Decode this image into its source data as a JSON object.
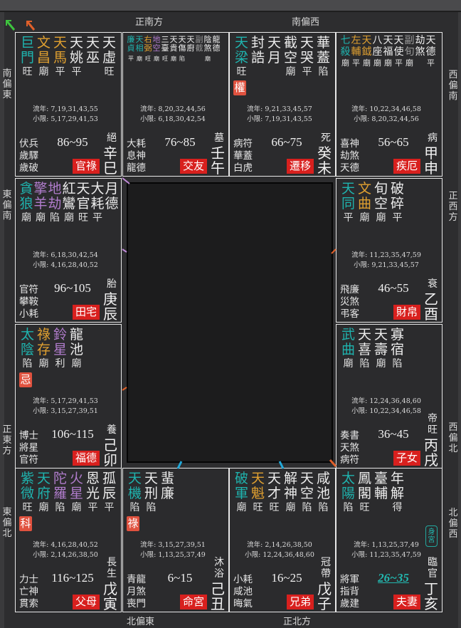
{
  "colors": {
    "c": "#1fb3ae",
    "o": "#e0a030",
    "p": "#b07ccc",
    "w": "#ececec",
    "g": "#9a9a9a",
    "palace_bg": "#d8201e",
    "hua_bg": "#e0523f"
  },
  "directions": {
    "top": [
      "正南方",
      "南偏西"
    ],
    "bottom": [
      "北偏東",
      "正北方"
    ],
    "left": [
      "南偏東",
      "東偏南",
      "正東方",
      "東偏北"
    ],
    "right": [
      "西偏南",
      "正西方",
      "西偏北",
      "北偏西"
    ]
  },
  "labels": {
    "liunian": "流年",
    "xiaoxian": "小限"
  },
  "cells": [
    {
      "branch": "巳",
      "stars": [
        [
          "巨門",
          "c",
          "旺"
        ],
        [
          "文昌",
          "o",
          "廟"
        ],
        [
          "天馬",
          "o",
          "平"
        ],
        [
          "天姚",
          "w",
          "平"
        ],
        [
          "天巫",
          "w",
          ""
        ],
        [
          "天虛",
          "w",
          "旺"
        ]
      ],
      "hua": "",
      "liunian": "7,19,31,43,55",
      "xiaoxian": "5,17,29,41,53",
      "gods": [
        "伏兵",
        "歲驛",
        "歲破"
      ],
      "range": "86~95",
      "stage": "絕",
      "ganzhi": "辛巳",
      "palace": "官祿"
    },
    {
      "branch": "午",
      "stars": [
        [
          "廉貞",
          "c",
          "平"
        ],
        [
          "天相",
          "c",
          "廟"
        ],
        [
          "右弼",
          "o",
          "旺"
        ],
        [
          "地空",
          "p",
          "廟"
        ],
        [
          "三臺",
          "w",
          "旺"
        ],
        [
          "天貴",
          "w",
          "廟"
        ],
        [
          "天傷",
          "w",
          "陷"
        ],
        [
          "天廚",
          "w",
          ""
        ],
        [
          "副截",
          "g",
          ""
        ],
        [
          "陰煞",
          "w",
          "廟"
        ],
        [
          "龍德",
          "w",
          ""
        ]
      ],
      "hua": "",
      "liunian": "8,20,32,44,56",
      "xiaoxian": "6,18,30,42,54",
      "gods": [
        "大耗",
        "息神",
        "龍德"
      ],
      "range": "76~85",
      "stage": "墓",
      "ganzhi": "壬午",
      "palace": "交友"
    },
    {
      "branch": "未",
      "stars": [
        [
          "天梁",
          "c",
          "旺"
        ],
        [
          "封誥",
          "w",
          ""
        ],
        [
          "天月",
          "w",
          ""
        ],
        [
          "截空",
          "w",
          "廟"
        ],
        [
          "天哭",
          "w",
          "平"
        ],
        [
          "華蓋",
          "w",
          "陷"
        ]
      ],
      "hua": "權",
      "liunian": "9,21,33,45,57",
      "xiaoxian": "7,19,31,43,55",
      "gods": [
        "病符",
        "華蓋",
        "白虎"
      ],
      "range": "66~75",
      "stage": "死",
      "ganzhi": "癸未",
      "palace": "遷移"
    },
    {
      "branch": "申",
      "stars": [
        [
          "七殺",
          "c",
          "廟"
        ],
        [
          "左輔",
          "o",
          "平"
        ],
        [
          "天鉞",
          "o",
          "廟"
        ],
        [
          "八座",
          "w",
          "廟"
        ],
        [
          "天福",
          "w",
          "廟"
        ],
        [
          "天使",
          "w",
          "平"
        ],
        [
          "副旬",
          "g",
          "廟"
        ],
        [
          "劫煞",
          "w",
          ""
        ],
        [
          "天德",
          "w",
          "平"
        ]
      ],
      "hua": "",
      "liunian": "10,22,34,46,58",
      "xiaoxian": "8,20,32,44,56",
      "gods": [
        "喜神",
        "劫煞",
        "天德"
      ],
      "range": "56~65",
      "stage": "病",
      "ganzhi": "甲申",
      "palace": "疾厄"
    },
    {
      "branch": "辰",
      "stars": [
        [
          "貪狼",
          "c",
          "廟"
        ],
        [
          "擎羊",
          "p",
          "廟"
        ],
        [
          "地劫",
          "p",
          "陷"
        ],
        [
          "紅鸞",
          "w",
          "廟"
        ],
        [
          "天官",
          "w",
          "旺"
        ],
        [
          "大耗",
          "w",
          "平"
        ],
        [
          "月德",
          "w",
          ""
        ]
      ],
      "hua": "",
      "liunian": "6,18,30,42,54",
      "xiaoxian": "4,16,28,40,52",
      "gods": [
        "官符",
        "攀鞍",
        "小耗"
      ],
      "range": "96~105",
      "stage": "胎",
      "ganzhi": "庚辰",
      "palace": "田宅"
    },
    {
      "branch": "酉",
      "stars": [
        [
          "天同",
          "c",
          "平"
        ],
        [
          "文曲",
          "o",
          "廟"
        ],
        [
          "旬空",
          "w",
          "廟"
        ],
        [
          "破碎",
          "w",
          "平"
        ]
      ],
      "hua": "",
      "liunian": "11,23,35,47,59",
      "xiaoxian": "9,21,33,45,57",
      "gods": [
        "飛廉",
        "災煞",
        "弔客"
      ],
      "range": "46~55",
      "stage": "衰",
      "ganzhi": "乙酉",
      "palace": "財帛"
    },
    {
      "branch": "卯",
      "stars": [
        [
          "太陰",
          "c",
          "陷"
        ],
        [
          "祿存",
          "o",
          "廟"
        ],
        [
          "鈴星",
          "p",
          "利"
        ],
        [
          "龍池",
          "w",
          "廟"
        ]
      ],
      "hua": "忌",
      "liunian": "5,17,29,41,53",
      "xiaoxian": "3,15,27,39,51",
      "gods": [
        "博士",
        "將星",
        "官符"
      ],
      "range": "106~115",
      "stage": "養",
      "ganzhi": "己卯",
      "palace": "福德"
    },
    {
      "branch": "戌",
      "stars": [
        [
          "武曲",
          "c",
          "廟"
        ],
        [
          "天喜",
          "w",
          "陷"
        ],
        [
          "天壽",
          "w",
          "廟"
        ],
        [
          "寡宿",
          "w",
          "陷"
        ]
      ],
      "hua": "",
      "liunian": "12,24,36,48,60",
      "xiaoxian": "10,22,34,46,58",
      "gods": [
        "奏書",
        "天煞",
        "病符"
      ],
      "range": "36~45",
      "stage": "帝旺",
      "ganzhi": "丙戌",
      "palace": "子女"
    },
    {
      "branch": "寅",
      "stars": [
        [
          "紫微",
          "c",
          "旺"
        ],
        [
          "天府",
          "c",
          "廟"
        ],
        [
          "陀羅",
          "p",
          "陷"
        ],
        [
          "火星",
          "p",
          "廟"
        ],
        [
          "恩光",
          "w",
          "平"
        ],
        [
          "孤辰",
          "w",
          "平"
        ]
      ],
      "hua": "科",
      "liunian": "4,16,28,40,52",
      "xiaoxian": "2,14,26,38,50",
      "gods": [
        "力士",
        "亡神",
        "貫索"
      ],
      "range": "116~125",
      "stage": "長生",
      "ganzhi": "戊寅",
      "palace": "父母"
    },
    {
      "branch": "丑",
      "stars": [
        [
          "天機",
          "c",
          "陷"
        ],
        [
          "天刑",
          "w",
          "陷"
        ],
        [
          "蜚廉",
          "w",
          ""
        ]
      ],
      "hua": "祿",
      "liunian": "3,15,27,39,51",
      "xiaoxian": "1,13,25,37,49",
      "gods": [
        "青龍",
        "月煞",
        "喪門"
      ],
      "range": "6~15",
      "stage": "沐浴",
      "ganzhi": "己丑",
      "palace": "命宮"
    },
    {
      "branch": "子",
      "stars": [
        [
          "破軍",
          "c",
          "廟"
        ],
        [
          "天魁",
          "o",
          "旺"
        ],
        [
          "天才",
          "w",
          "旺"
        ],
        [
          "解神",
          "w",
          "廟"
        ],
        [
          "天空",
          "w",
          "陷"
        ],
        [
          "咸池",
          "w",
          "陷"
        ]
      ],
      "hua": "",
      "liunian": "2,14,26,38,50",
      "xiaoxian": "12,24,36,48,60",
      "gods": [
        "小耗",
        "咸池",
        "晦氣"
      ],
      "range": "16~25",
      "stage": "冠帶",
      "ganzhi": "戊子",
      "palace": "兄弟"
    },
    {
      "branch": "亥",
      "stars": [
        [
          "太陽",
          "c",
          "陷"
        ],
        [
          "鳳閣",
          "w",
          "旺"
        ],
        [
          "臺輔",
          "w",
          ""
        ],
        [
          "年解",
          "w",
          "得"
        ]
      ],
      "hua": "",
      "body_badge": "身宮",
      "current": true,
      "liunian": "1,13,25,37,49",
      "xiaoxian": "11,23,35,47,59",
      "gods": [
        "將軍",
        "指背",
        "歲建"
      ],
      "range": "26~35",
      "stage": "臨官",
      "ganzhi": "丁亥",
      "palace": "夫妻"
    }
  ]
}
